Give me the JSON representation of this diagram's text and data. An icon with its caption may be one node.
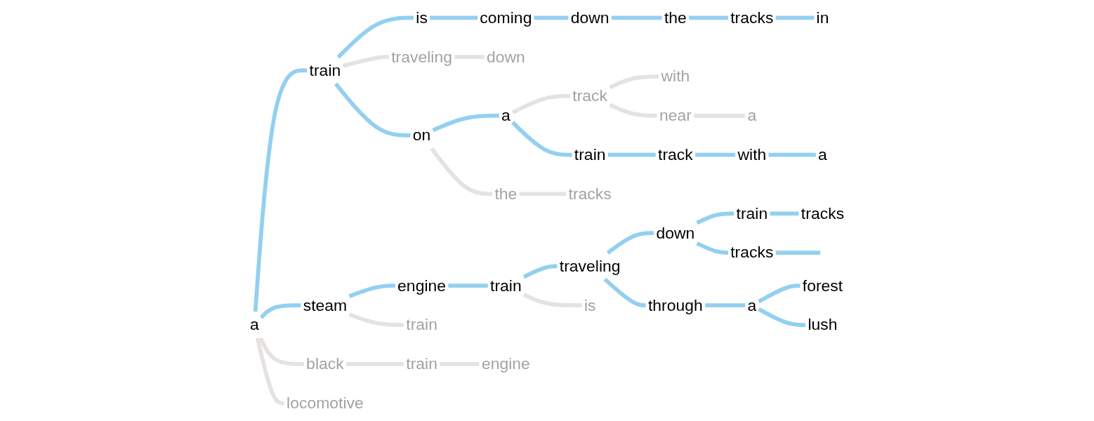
{
  "diagram": {
    "nodes": [
      {
        "text": [
          "a"
        ]
      },
      {
        "text": [
          "train"
        ]
      },
      {
        "text": [
          "is"
        ]
      },
      {
        "text": [
          "coming"
        ]
      },
      {
        "text": [
          "down"
        ]
      },
      {
        "text": [
          "the"
        ]
      },
      {
        "text": [
          "tracks"
        ]
      },
      {
        "text": [
          "in"
        ]
      },
      {
        "text": [
          "traveling"
        ]
      },
      {
        "text": [
          "down"
        ]
      },
      {
        "text": [
          "on"
        ]
      },
      {
        "text": [
          "a"
        ]
      },
      {
        "text": [
          "track"
        ]
      },
      {
        "text": [
          "with"
        ]
      },
      {
        "text": [
          "near"
        ]
      },
      {
        "text": [
          "a"
        ]
      },
      {
        "text": [
          "train"
        ]
      },
      {
        "text": [
          "track"
        ]
      },
      {
        "text": [
          "with"
        ]
      },
      {
        "text": [
          "a"
        ]
      },
      {
        "text": [
          "the"
        ]
      },
      {
        "text": [
          "tracks"
        ]
      },
      {
        "text": [
          "steam"
        ]
      },
      {
        "text": [
          "engine"
        ]
      },
      {
        "text": [
          "train"
        ]
      },
      {
        "text": [
          "traveling"
        ]
      },
      {
        "text": [
          "down"
        ]
      },
      {
        "text": [
          "train"
        ]
      },
      {
        "text": [
          "tracks"
        ]
      },
      {
        "text": [
          "tracks"
        ]
      },
      {
        "text": [
          "through"
        ]
      },
      {
        "text": [
          "a"
        ]
      },
      {
        "text": [
          "forest"
        ]
      },
      {
        "text": [
          "lush"
        ]
      },
      {
        "text": [
          "is"
        ]
      },
      {
        "text": [
          "train"
        ]
      },
      {
        "text": [
          "black"
        ]
      },
      {
        "text": [
          "train"
        ]
      },
      {
        "text": [
          "engine"
        ]
      },
      {
        "text": [
          "locomotive"
        ]
      }
    ],
    "edges": [
      {
        "from": 0,
        "to": 1,
        "arrow": "none"
      },
      {
        "from": 1,
        "to": 2,
        "arrow": "none"
      },
      {
        "from": 2,
        "to": 3,
        "arrow": "none"
      },
      {
        "from": 3,
        "to": 4,
        "arrow": "none"
      },
      {
        "from": 4,
        "to": 5,
        "arrow": "none"
      },
      {
        "from": 5,
        "to": 6,
        "arrow": "none"
      },
      {
        "from": 6,
        "to": 7,
        "arrow": "none"
      },
      {
        "from": 1,
        "to": 8,
        "arrow": "none",
        "color": "#e6e2e0"
      },
      {
        "from": 8,
        "to": 9,
        "arrow": "none",
        "color": "#e6e2e0"
      },
      {
        "from": 1,
        "to": 10,
        "arrow": "none"
      },
      {
        "from": 10,
        "to": 11,
        "arrow": "none"
      },
      {
        "from": 11,
        "to": 12,
        "arrow": "none",
        "color": "#e6e2e0"
      },
      {
        "from": 12,
        "to": 13,
        "arrow": "none",
        "color": "#e6e2e0"
      },
      {
        "from": 12,
        "to": 14,
        "arrow": "none",
        "color": "#e6e2e0"
      },
      {
        "from": 14,
        "to": 15,
        "arrow": "none",
        "color": "#e6e2e0"
      },
      {
        "from": 11,
        "to": 16,
        "arrow": "none"
      },
      {
        "from": 16,
        "to": 17,
        "arrow": "none"
      },
      {
        "from": 17,
        "to": 18,
        "arrow": "none"
      },
      {
        "from": 18,
        "to": 19,
        "arrow": "none"
      },
      {
        "from": 10,
        "to": 20,
        "arrow": "none",
        "color": "#e6e2e0"
      },
      {
        "from": 20,
        "to": 21,
        "arrow": "none",
        "color": "#e6e2e0"
      },
      {
        "from": 0,
        "to": 22,
        "arrow": "none"
      },
      {
        "from": 22,
        "to": 23,
        "arrow": "none"
      },
      {
        "from": 23,
        "to": 24,
        "arrow": "none"
      },
      {
        "from": 24,
        "to": 25,
        "arrow": "none"
      },
      {
        "from": 25,
        "to": 26,
        "arrow": "none"
      },
      {
        "from": 26,
        "to": 27,
        "arrow": "none"
      },
      {
        "from": 27,
        "to": 28,
        "arrow": "none"
      },
      {
        "from": 26,
        "to": 29,
        "arrow": "none"
      },
      {
        "from": 29,
        "to": null,
        "arrow": "none"
      },
      {
        "from": 25,
        "to": 30,
        "arrow": "none"
      },
      {
        "from": 30,
        "to": 31,
        "arrow": "none"
      },
      {
        "from": 31,
        "to": 32,
        "arrow": "none"
      },
      {
        "from": 31,
        "to": 33,
        "arrow": "none"
      },
      {
        "from": 24,
        "to": 34,
        "arrow": "none",
        "color": "#e6e2e0"
      },
      {
        "from": 22,
        "to": 35,
        "arrow": "none",
        "color": "#e6e2e0"
      },
      {
        "from": 0,
        "to": 36,
        "arrow": "none",
        "color": "#e6e2e0"
      },
      {
        "from": 36,
        "to": 37,
        "arrow": "none",
        "color": "#e6e2e0"
      },
      {
        "from": 37,
        "to": 38,
        "arrow": "none",
        "color": "#e6e2e0"
      },
      {
        "from": 0,
        "to": 39,
        "arrow": "none",
        "color": "#e6e2e0"
      }
    ]
  }
}
